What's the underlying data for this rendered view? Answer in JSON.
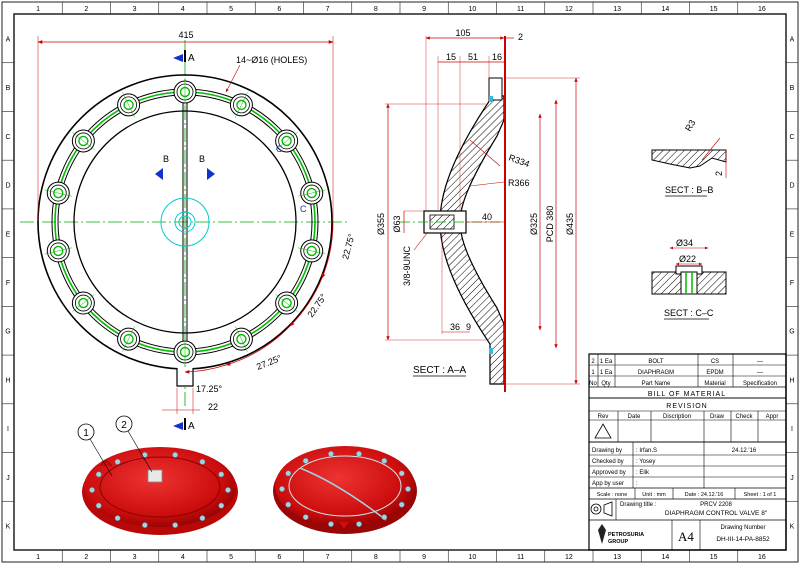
{
  "grid": {
    "columns": [
      "1",
      "2",
      "3",
      "4",
      "5",
      "6",
      "7",
      "8",
      "9",
      "10",
      "11",
      "12",
      "13",
      "14",
      "15",
      "16"
    ],
    "rows": [
      "A",
      "B",
      "C",
      "D",
      "E",
      "F",
      "G",
      "H",
      "I",
      "J",
      "K"
    ]
  },
  "front_view": {
    "overall_dim": "415",
    "holes_note": "14~Ø16 (HOLES)",
    "angle_1": "22.75°",
    "angle_2": "22.75°",
    "angle_3": "27.25°",
    "angle_4": "17.25°",
    "tab_dim": "22",
    "section_a_label": "A",
    "section_b_label": "B",
    "section_c_label": "C",
    "hole_count": 14
  },
  "section_aa": {
    "title": "SECT : A–A",
    "dim_105": "105",
    "dim_2": "2",
    "dim_15": "15",
    "dim_51": "51",
    "dim_16": "16",
    "r334": "R334",
    "r366": "R366",
    "d355": "Ø355",
    "d63": "Ø63",
    "dim_40": "40",
    "d325": "Ø325",
    "pcd": "PCD 380",
    "d435": "Ø435",
    "thread": "3/8-9UNC",
    "dim_36": "36",
    "dim_9": "9"
  },
  "sect_bb": {
    "title": "SECT : B–B",
    "r3": "R3",
    "dim_2": "2"
  },
  "sect_cc": {
    "title": "SECT : C–C",
    "d34": "Ø34",
    "d22": "Ø22"
  },
  "iso": {
    "balloon_1": "1",
    "balloon_2": "2"
  },
  "bom": {
    "rows": [
      {
        "no": "2",
        "qty": "1 Ea",
        "name": "BOLT",
        "material": "CS",
        "spec": "—"
      },
      {
        "no": "1",
        "qty": "1 Ea",
        "name": "DIAPHRAGM",
        "material": "EPDM",
        "spec": "—"
      }
    ],
    "header": {
      "no": "No",
      "qty": "Qty",
      "name": "Part Name",
      "material": "Material",
      "spec": "Specification"
    },
    "title": "BILL OF MATERIAL"
  },
  "revision": {
    "title": "REVISION",
    "headers": [
      "Rev",
      "Date",
      "Discription",
      "Draw",
      "Check",
      "Appr"
    ]
  },
  "title_block": {
    "drawing_by_label": "Drawing by",
    "drawing_by_value": ": Irfan.S",
    "drawing_date": "24.12.'16",
    "checked_by_label": "Checked by",
    "checked_by_value": ": Yosey",
    "approved_by_label": "Approved by",
    "approved_by_value": ": Elik",
    "app_by_user_label": "App by user",
    "app_by_user_value": ":",
    "scale": "Scale : none",
    "unit": "Unit : mm",
    "date": "Date : 24.12.'16",
    "sheet": "Sheet : 1 of 1",
    "drawing_title_label": "Drawing title :",
    "drawing_title_code": "PRCV 2208",
    "drawing_title": "DIAPHRAGM CONTROL VALVE 8\"",
    "company_1": "PETROSURIA",
    "company_2": "GROUP",
    "size": "A4",
    "drawing_number_label": "Drawing Number",
    "drawing_number": "DH-III-14-PA-8852"
  }
}
